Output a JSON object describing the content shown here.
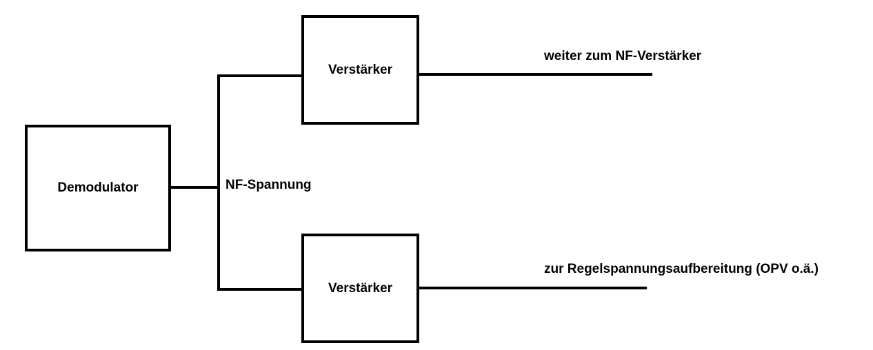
{
  "diagram": {
    "nodes": {
      "demodulator": {
        "label": "Demodulator"
      },
      "amp_top": {
        "label": "Verstärker"
      },
      "amp_bottom": {
        "label": "Verstärker"
      }
    },
    "labels": {
      "junction": "NF-Spannung",
      "output_top": "weiter zum NF-Verstärker",
      "output_bottom": "zur Regelspannungsaufbereitung (OPV o.ä.)"
    },
    "edges": [
      {
        "from": "demodulator",
        "to": "amp_top"
      },
      {
        "from": "demodulator",
        "to": "amp_bottom"
      },
      {
        "from": "amp_top",
        "to": "output_top"
      },
      {
        "from": "amp_bottom",
        "to": "output_bottom"
      }
    ],
    "colors": {
      "stroke": "#000000",
      "background": "#ffffff"
    }
  }
}
